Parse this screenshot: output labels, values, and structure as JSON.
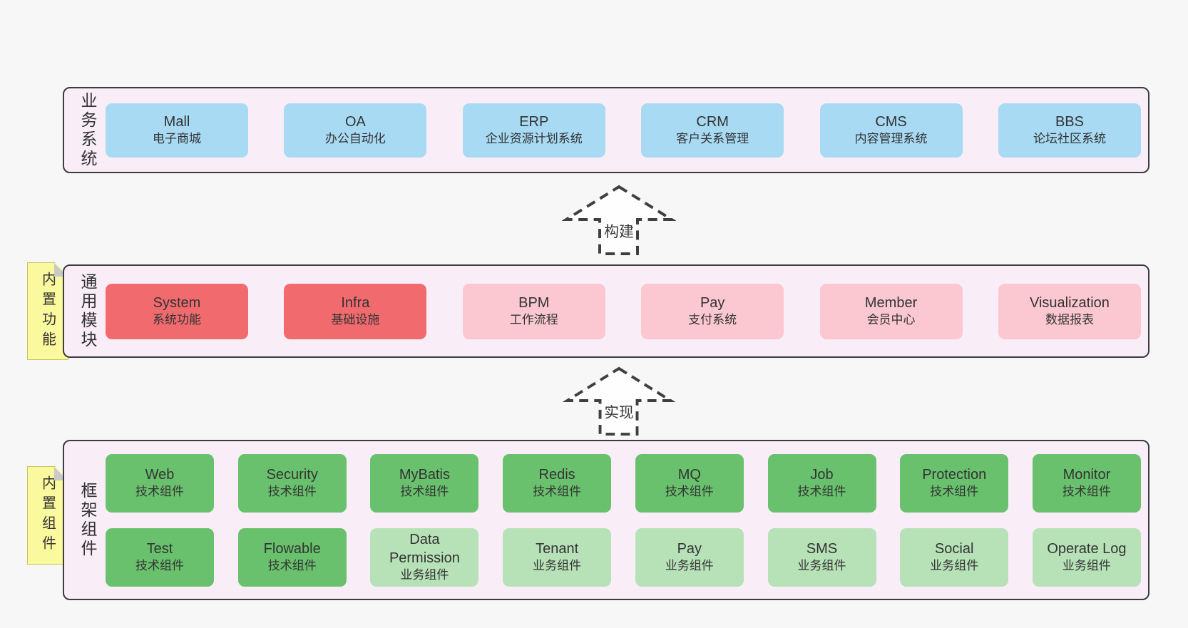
{
  "colors": {
    "page_bg": "#f7f7f7",
    "panel_bg": "#f9eef8",
    "panel_border": "#3c3c3c",
    "blue_box": "#a8daf4",
    "red_box": "#f16b6e",
    "pink_box": "#fbc8d1",
    "green_box": "#69c16d",
    "light_green_box": "#b7e2b8",
    "note_yellow": "#fbf99d",
    "note_border": "#c6c65e",
    "fold_gray": "#c9c9c9",
    "text": "#333333"
  },
  "notes": [
    {
      "label": "内置功能"
    },
    {
      "label": "内置组件"
    }
  ],
  "arrows": [
    {
      "label": "构建"
    },
    {
      "label": "实现"
    }
  ],
  "sections": [
    {
      "label": "业务系统",
      "rows": [
        [
          {
            "title": "Mall",
            "subtitle": "电子商城",
            "color": "blue"
          },
          {
            "title": "OA",
            "subtitle": "办公自动化",
            "color": "blue"
          },
          {
            "title": "ERP",
            "subtitle": "企业资源计划系统",
            "color": "blue"
          },
          {
            "title": "CRM",
            "subtitle": "客户关系管理",
            "color": "blue"
          },
          {
            "title": "CMS",
            "subtitle": "内容管理系统",
            "color": "blue"
          },
          {
            "title": "BBS",
            "subtitle": "论坛社区系统",
            "color": "blue"
          }
        ]
      ]
    },
    {
      "label": "通用模块",
      "rows": [
        [
          {
            "title": "System",
            "subtitle": "系统功能",
            "color": "red"
          },
          {
            "title": "Infra",
            "subtitle": "基础设施",
            "color": "red"
          },
          {
            "title": "BPM",
            "subtitle": "工作流程",
            "color": "pink"
          },
          {
            "title": "Pay",
            "subtitle": "支付系统",
            "color": "pink"
          },
          {
            "title": "Member",
            "subtitle": "会员中心",
            "color": "pink"
          },
          {
            "title": "Visualization",
            "subtitle": "数据报表",
            "color": "pink"
          }
        ]
      ]
    },
    {
      "label": "框架组件",
      "rows": [
        [
          {
            "title": "Web",
            "subtitle": "技术组件",
            "color": "green"
          },
          {
            "title": "Security",
            "subtitle": "技术组件",
            "color": "green"
          },
          {
            "title": "MyBatis",
            "subtitle": "技术组件",
            "color": "green"
          },
          {
            "title": "Redis",
            "subtitle": "技术组件",
            "color": "green"
          },
          {
            "title": "MQ",
            "subtitle": "技术组件",
            "color": "green"
          },
          {
            "title": "Job",
            "subtitle": "技术组件",
            "color": "green"
          },
          {
            "title": "Protection",
            "subtitle": "技术组件",
            "color": "green"
          },
          {
            "title": "Monitor",
            "subtitle": "技术组件",
            "color": "green"
          }
        ],
        [
          {
            "title": "Test",
            "subtitle": "技术组件",
            "color": "green"
          },
          {
            "title": "Flowable",
            "subtitle": "技术组件",
            "color": "green"
          },
          {
            "title": "Data Permission",
            "subtitle": "业务组件",
            "color": "lightgreen"
          },
          {
            "title": "Tenant",
            "subtitle": "业务组件",
            "color": "lightgreen"
          },
          {
            "title": "Pay",
            "subtitle": "业务组件",
            "color": "lightgreen"
          },
          {
            "title": "SMS",
            "subtitle": "业务组件",
            "color": "lightgreen"
          },
          {
            "title": "Social",
            "subtitle": "业务组件",
            "color": "lightgreen"
          },
          {
            "title": "Operate Log",
            "subtitle": "业务组件",
            "color": "lightgreen"
          }
        ]
      ]
    }
  ]
}
